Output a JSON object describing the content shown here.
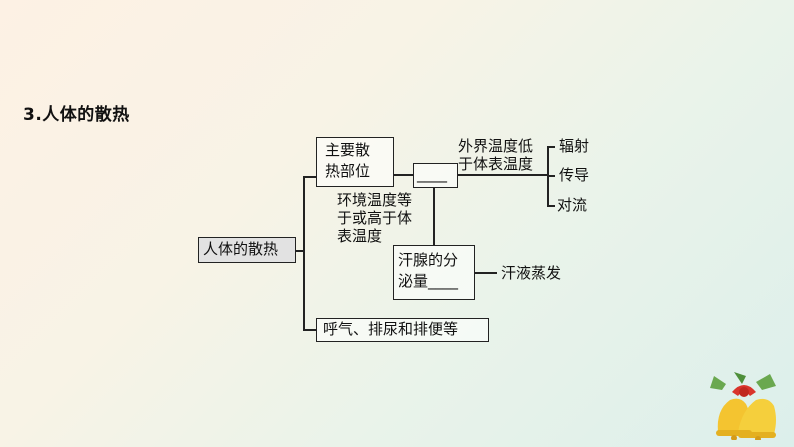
{
  "heading": "3.人体的散热",
  "root": "人体的散热",
  "main_site": [
    "主要散",
    "热部位"
  ],
  "blank_box": "____",
  "temp_low": [
    "外界温度低",
    "于体表温度"
  ],
  "branches": [
    "辐射",
    "传导",
    "对流"
  ],
  "temp_high": [
    "环境温度等",
    "于或高于体",
    "表温度"
  ],
  "sweat": [
    "汗腺的分",
    "泌量____"
  ],
  "sweat_result": "汗液蒸发",
  "other": "呼气、排尿和排便等"
}
